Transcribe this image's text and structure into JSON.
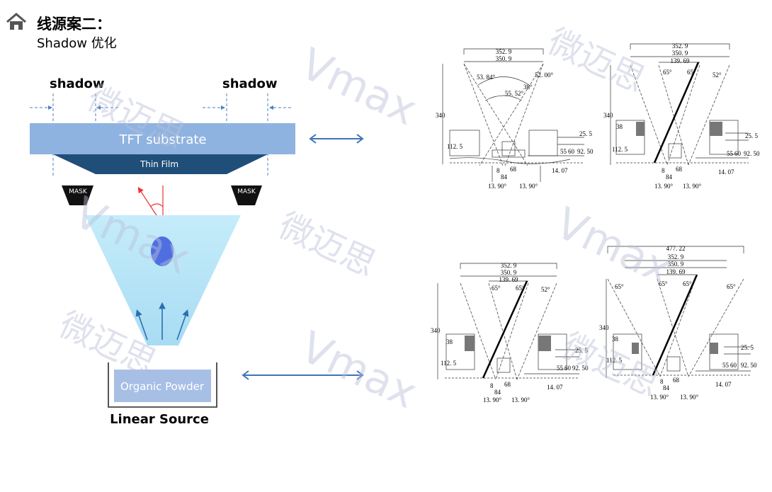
{
  "header": {
    "title": "线源案二：",
    "subtitle": "Shadow 优化"
  },
  "left_diagram": {
    "shadow_left": "shadow",
    "shadow_right": "shadow",
    "substrate_label": "TFT substrate",
    "film_label": "Thin Film",
    "mask_left": "MASK",
    "mask_right": "MASK",
    "powder_label": "Organic Powder",
    "source_label": "Linear Source"
  },
  "drawings": {
    "d1": {
      "dims": [
        "352. 9",
        "350. 9",
        "53. 84°",
        "52. 00°",
        "38°",
        "55. 52°",
        "340",
        "112. 5",
        "25. 5",
        "55",
        "60",
        "92. 50",
        "14. 07",
        "8",
        "68",
        "84",
        "13. 90°",
        "13. 90°"
      ]
    },
    "d2": {
      "dims": [
        "352. 9",
        "350. 9",
        "139. 69",
        "65°",
        "65°",
        "52°",
        "340",
        "38",
        "112. 5",
        "25. 5",
        "55",
        "60",
        "92. 50",
        "14. 07",
        "8",
        "68",
        "84",
        "13. 90°",
        "13. 90°"
      ]
    },
    "d3": {
      "dims": [
        "352. 9",
        "350. 9",
        "139. 69",
        "65°",
        "65°",
        "52°",
        "340",
        "38",
        "112. 5",
        "25. 5",
        "55",
        "60",
        "92. 50",
        "14. 07",
        "8",
        "68",
        "84",
        "13. 90°",
        "13. 90°"
      ]
    },
    "d4": {
      "dims": [
        "477. 22",
        "352. 9",
        "350. 9",
        "139. 69",
        "65°",
        "65°",
        "65°",
        "65°",
        "340",
        "38",
        "112. 5",
        "25. 5",
        "55",
        "60",
        "92. 50",
        "14. 07",
        "8",
        "68",
        "84",
        "13. 90°",
        "13. 90°"
      ]
    }
  },
  "watermark": {
    "text_cn": "微迈思",
    "text_en": "Vmax"
  },
  "colors": {
    "substrate": "#8fb3e0",
    "film": "#1f4e79",
    "mask": "#111111",
    "cone": "#bfe6f7",
    "powder": "#a7bfe5",
    "arrow": "#3e74b8",
    "red": "#ee3333",
    "blob": "#4f6fe0"
  }
}
